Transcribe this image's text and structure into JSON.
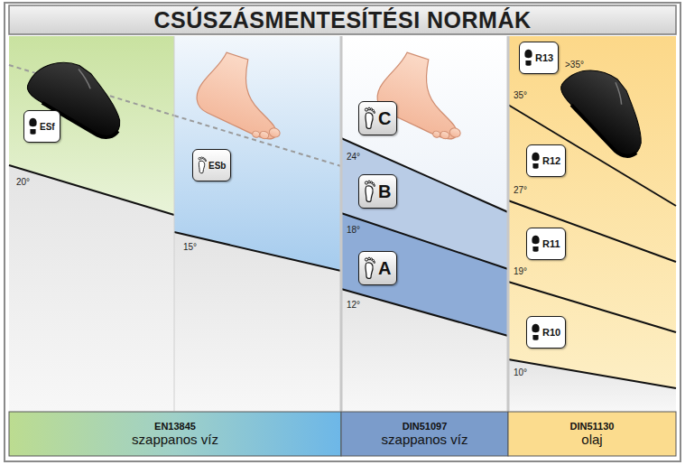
{
  "diagram": {
    "title": "CSÚSZÁSMENTESÍTÉSI NORMÁK",
    "nodes": [
      {
        "text": [
          "ESf"
        ]
      },
      {
        "text": [
          "ESb"
        ]
      },
      {
        "text": [
          "C"
        ]
      },
      {
        "text": [
          "B"
        ]
      },
      {
        "text": [
          "A"
        ]
      },
      {
        "text": [
          "R13"
        ]
      },
      {
        "text": [
          "R12"
        ]
      },
      {
        "text": [
          "R11"
        ]
      },
      {
        "text": [
          "R10"
        ]
      },
      {
        "text": [
          "EN13845",
          "szappanos víz"
        ]
      },
      {
        "text": [
          "DIN51097",
          "szappanos víz"
        ]
      },
      {
        "text": [
          "DIN51130",
          "olaj"
        ]
      }
    ],
    "labels": [
      "20°",
      "15°",
      "24°",
      "18°",
      "12°",
      ">35°",
      "35°",
      "27°",
      "19°",
      "10°"
    ]
  }
}
